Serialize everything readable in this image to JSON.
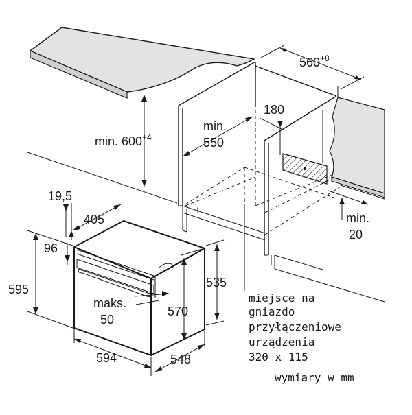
{
  "diagram": {
    "dimensions": {
      "width_niche": {
        "value": "560",
        "sup": "+8"
      },
      "height_min": {
        "value": "min. 600",
        "sup": "+4"
      },
      "depth_min": {
        "line1": "min.",
        "line2": "550"
      },
      "cutout": "180",
      "gap_min": {
        "line1": "min.",
        "line2": "20"
      },
      "front_panel": "19,5",
      "handle_depth": "405",
      "door_height": "96",
      "oven_height": "595",
      "body_height": "535",
      "inner_height": "570",
      "max_protrusion": {
        "line1": "maks.",
        "line2": "50"
      },
      "oven_width": "594",
      "oven_depth": "548"
    },
    "note": {
      "lines": [
        "miejsce na",
        "gniazdo",
        "przyłączeniowe",
        "urządzenia",
        "320 x 115"
      ],
      "units": "wymiary w mm"
    }
  }
}
